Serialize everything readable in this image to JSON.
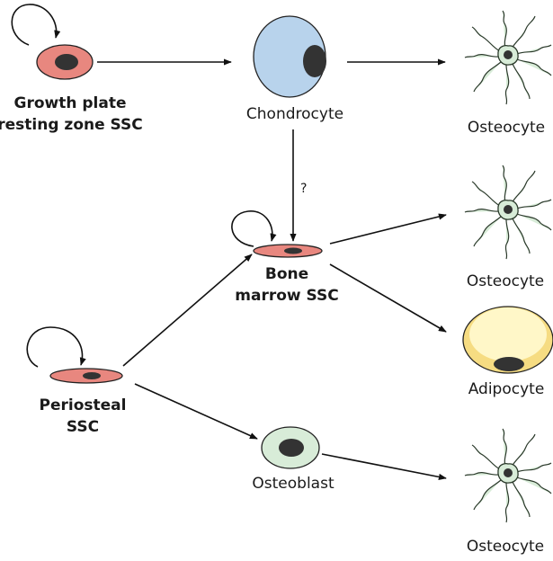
{
  "colors": {
    "ssc_fill": "#e8877f",
    "chondrocyte_fill": "#b8d3ec",
    "osteocyte_fill": "#d8ecd8",
    "osteoblast_fill": "#d8ecd8",
    "adipocyte_outer": "#f6dc82",
    "adipocyte_inner": "#fff7c8",
    "nucleus": "#333333"
  },
  "labels": {
    "growth_plate_line1": "Growth plate",
    "growth_plate_line2": "resting zone SSC",
    "chondrocyte": "Chondrocyte",
    "osteocyte_top": "Osteocyte",
    "question": "?",
    "bone_marrow_line1": "Bone",
    "bone_marrow_line2": "marrow SSC",
    "osteocyte_mid": "Osteocyte",
    "adipocyte": "Adipocyte",
    "periosteal_line1": "Periosteal",
    "periosteal_line2": "SSC",
    "osteoblast": "Osteoblast",
    "osteocyte_bottom": "Osteocyte"
  }
}
